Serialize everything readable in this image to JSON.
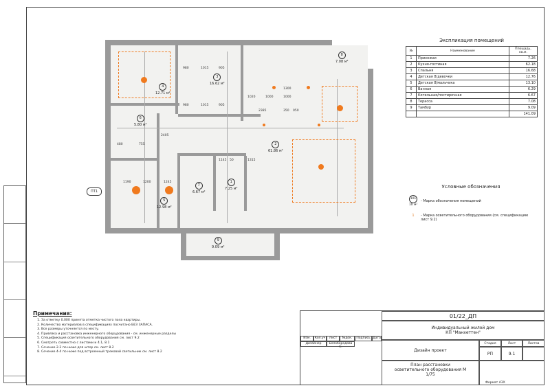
{
  "explication": {
    "title": "Экспликация помещений",
    "headers": [
      "№",
      "Наименование",
      "Площадь, кв.м."
    ],
    "rows": [
      [
        "1",
        "Прихожая",
        "7.26"
      ],
      [
        "2",
        "Кухня-гостиная",
        "62.18"
      ],
      [
        "3",
        "Спальня",
        "16.68"
      ],
      [
        "4",
        "Детская 8/девочки",
        "12.76"
      ],
      [
        "5",
        "Детская 8/мальчика",
        "13.10"
      ],
      [
        "6",
        "Ванная",
        "6.29"
      ],
      [
        "7",
        "Котельная/постирочная",
        "6.67"
      ],
      [
        "8",
        "Терасса",
        "7.08"
      ],
      [
        "9",
        "Тамбур",
        "9.09"
      ]
    ],
    "total": "141.09"
  },
  "legend": {
    "title": "Условные обозначения",
    "items": [
      {
        "mark_top": "101",
        "mark_bottom": "10 м²",
        "text": "- Марка обозначения помещений"
      },
      {
        "mark_top": "1",
        "mark_bottom": "",
        "text": "- Марка осветительного оборудования (см. спецификацию лист 9.2)"
      }
    ]
  },
  "plan": {
    "rooms": [
      {
        "num": "1",
        "area": "7.25 м²"
      },
      {
        "num": "2",
        "area": "61.86 м²"
      },
      {
        "num": "3",
        "area": "16.62 м²"
      },
      {
        "num": "4",
        "area": "12.71 м²"
      },
      {
        "num": "5",
        "area": "12.98 м²"
      },
      {
        "num": "6",
        "area": "5.80 м²"
      },
      {
        "num": "7",
        "area": "6.67 м²"
      },
      {
        "num": "8",
        "area": "7.08 м²"
      },
      {
        "num": "9",
        "area": "9.09 м²"
      }
    ],
    "dims": {
      "d980a": "980",
      "d1015a": "1015",
      "d905a": "905",
      "d980b": "980",
      "d1015b": "1015",
      "d905b": "905",
      "d1300": "1300",
      "d1020": "1020",
      "d1000a": "1000",
      "d1000b": "1000",
      "d2385": "2385",
      "d350": "350",
      "d050": "050",
      "d480": "480",
      "d755": "755",
      "d2405": "2405",
      "d1190": "1190",
      "d1200": "1200",
      "d1245": "1245",
      "d1145": "1145",
      "d50": "50",
      "d1315": "1315"
    },
    "pt_label": "ПТ1"
  },
  "notes": {
    "title": "Примечания:",
    "items": [
      "За отметку 0.000 принята отметка чистого пола квартиры.",
      "Количество материалов в спецификациях посчитано БЕЗ ЗАПАСА.",
      "Все размеры уточняется по месту.",
      "Привязка и расстановка инженерного оборудования - см. инженерные разделы",
      "Спецификация осветительного оборудования см. лист 9.2",
      "Смотреть совместно с листами и 4.1, 8.1",
      "Сечение 2-2 по ниже для штор см. лист 8.2",
      "Сечение 4-4 по ниже под встроенный трековой светильник см. лист 8.2"
    ]
  },
  "stamp": {
    "code": "01/22_ДП",
    "object_line1": "Индивидуальный жилой дом",
    "object_line2": "КП \"Манхеттен\"",
    "header_cells": [
      "Изм.",
      "Кол.уч",
      "Лист",
      "№док.",
      "Подпись",
      "Дата"
    ],
    "role": "Дизайнер",
    "person": "Белобородова С.",
    "stage_label": "Стадия",
    "sheet_label": "Лист",
    "sheets_label": "Листов",
    "section": "Дизайн проект",
    "stage": "РП",
    "sheet": "9.1",
    "sheets": "",
    "title_line1": "План расстановки",
    "title_line2": "осветительного оборудования М",
    "scale": "1/75",
    "format": "Формат А3Х"
  }
}
